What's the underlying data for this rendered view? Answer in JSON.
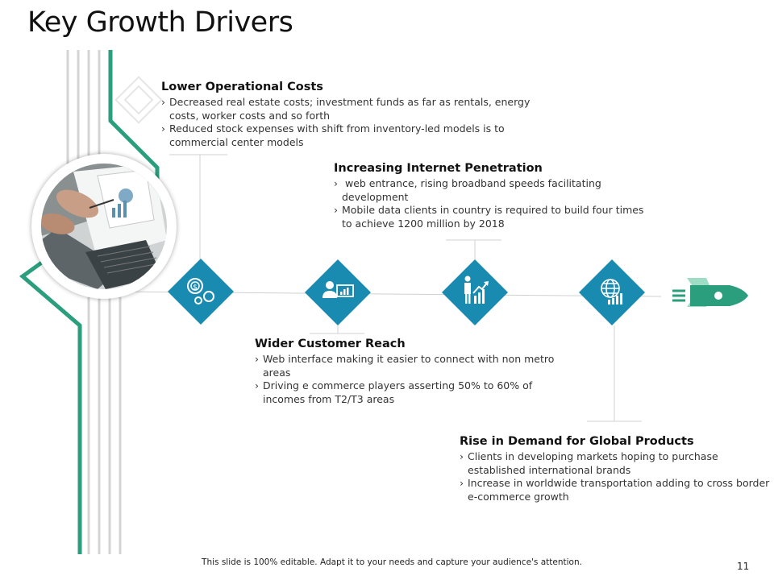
{
  "slide": {
    "title": "Key Growth Drivers",
    "footer": "This slide is 100% editable. Adapt it to your needs and capture your audience's attention.",
    "page_number": "11"
  },
  "colors": {
    "teal": "#2b9e7e",
    "blue": "#1a8bb0",
    "gray_lines": "#d0d0d0"
  },
  "drivers": [
    {
      "title": "Lower Operational Costs",
      "bullets": [
        "Decreased real estate costs; investment funds as far as rentals, energy costs, worker costs and so forth",
        "Reduced stock expenses with shift from  inventory-led models is to commercial center models"
      ],
      "icon": "money-gears-icon"
    },
    {
      "title": "Wider Customer Reach",
      "bullets": [
        "Web interface making it easier to connect with non metro areas",
        "Driving e commerce players asserting 50% to 60% of incomes from T2/T3 areas"
      ],
      "icon": "presenter-chart-icon"
    },
    {
      "title": "Increasing Internet Penetration",
      "bullets": [
        " web entrance, rising broadband speeds facilitating development",
        "Mobile data clients in country is required to build four times to achieve 1200 million by 2018"
      ],
      "icon": "person-growth-chart-icon"
    },
    {
      "title": "Rise in Demand for Global Products",
      "bullets": [
        "Clients in developing markets hoping to purchase established international brands",
        "Increase in worldwide transportation adding to cross border e-commerce growth"
      ],
      "icon": "globe-chart-icon"
    }
  ],
  "bullet_marker": "›",
  "rocket_icon": "rocket-icon",
  "photo_icon": "business-meeting-photo"
}
